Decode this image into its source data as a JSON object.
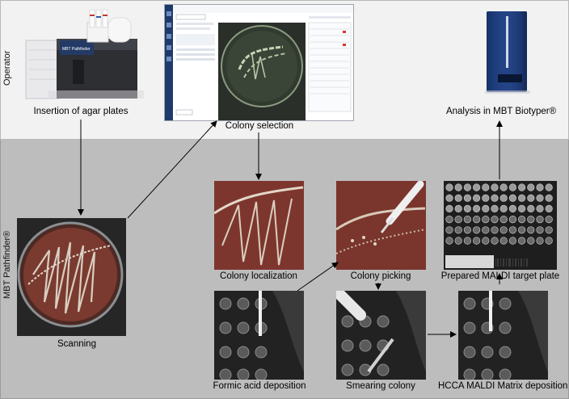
{
  "lanes": {
    "operator": "Operator",
    "pathfinder": "MBT Pathfinder®"
  },
  "steps": {
    "insertion": "Insertion of agar plates",
    "colony_selection": "Colony selection",
    "analysis": "Analysis in MBT Biotyper®",
    "scanning": "Scanning",
    "colony_localization": "Colony localization",
    "colony_picking": "Colony picking",
    "prepared_plate": "Prepared MALDI target plate",
    "formic_acid": "Formic acid deposition",
    "smearing": "Smearing colony",
    "hcca": "HCCA MALDI Matrix deposition"
  },
  "device_labels": {
    "pathfinder_brand": "MBT Pathfinder"
  }
}
